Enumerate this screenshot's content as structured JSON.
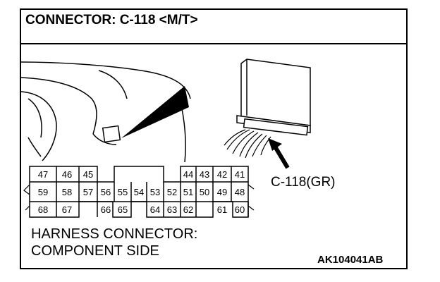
{
  "title": "CONNECTOR: C-118 <M/T>",
  "callout_label": "C-118(GR)",
  "harness_label": {
    "line1": "HARNESS CONNECTOR:",
    "line2": "COMPONENT SIDE"
  },
  "figure_code": "AK104041AB",
  "pins": {
    "row1": [
      "47",
      "46",
      "45",
      "44",
      "43",
      "42",
      "41"
    ],
    "row2": [
      "59",
      "58",
      "57",
      "56",
      "55",
      "54",
      "53",
      "52",
      "51",
      "50",
      "49",
      "48"
    ],
    "row3": [
      "68",
      "67",
      "66",
      "65",
      "64",
      "63",
      "62",
      "61",
      "60"
    ]
  }
}
